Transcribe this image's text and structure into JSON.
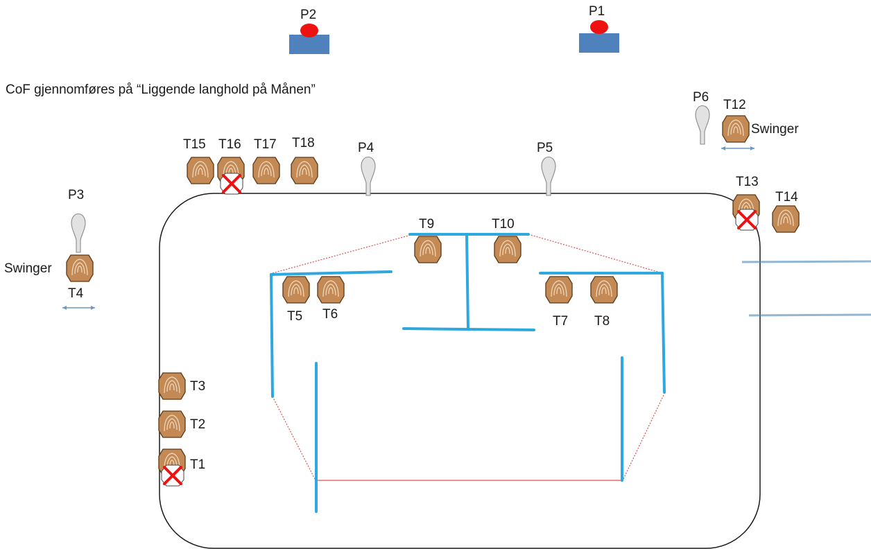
{
  "description": "CoF gjennomføres på  “Liggende langhold på Månen”",
  "targets": {
    "t1": "T1",
    "t2": "T2",
    "t3": "T3",
    "t4": "T4",
    "t5": "T5",
    "t6": "T6",
    "t7": "T7",
    "t8": "T8",
    "t9": "T9",
    "t10": "T10",
    "t12": "T12",
    "t13": "T13",
    "t14": "T14",
    "t15": "T15",
    "t16": "T16",
    "t17": "T17",
    "t18": "T18"
  },
  "positions": {
    "p1": "P1",
    "p2": "P2",
    "p3": "P3",
    "p4": "P4",
    "p5": "P5",
    "p6": "P6"
  },
  "swinger_labels": {
    "t4": "Swinger",
    "t12": "Swinger"
  },
  "no_shoot_targets": [
    "T1",
    "T13",
    "T16"
  ],
  "colors": {
    "target_fill": "#c48a55",
    "target_stroke": "#5a3818",
    "wall": "#2fa7df",
    "fault_line": "#d9534f",
    "shooter_head": "#ee1111",
    "shooter_box": "#4f81bd",
    "prop": "#d9d9d9",
    "arrow": "#6c97c9",
    "no_shoot_x": "#ee1111"
  }
}
